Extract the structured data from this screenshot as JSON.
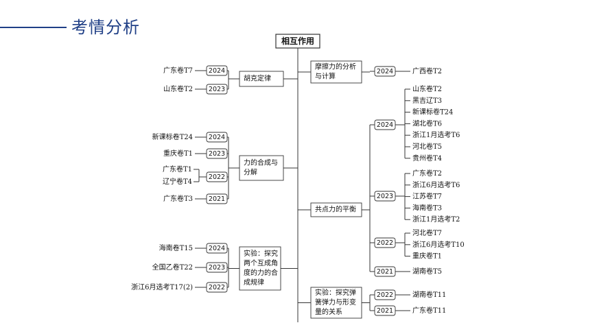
{
  "header": {
    "title": "考情分析"
  },
  "root": {
    "label": "相互作用"
  },
  "left_topics": [
    {
      "label": "胡克定律",
      "years": [
        {
          "year": "2024",
          "items": [
            "广东卷T7"
          ]
        },
        {
          "year": "2023",
          "items": [
            "山东卷T2"
          ]
        }
      ]
    },
    {
      "label_lines": [
        "力的合成与",
        "分解"
      ],
      "years": [
        {
          "year": "2024",
          "items": [
            "新课标卷T24"
          ]
        },
        {
          "year": "2023",
          "items": [
            "重庆卷T1"
          ]
        },
        {
          "year": "2022",
          "items": [
            "广东卷T1",
            "辽宁卷T4"
          ]
        },
        {
          "year": "2021",
          "items": [
            "广东卷T3"
          ]
        }
      ]
    },
    {
      "label_lines": [
        "实验：探究",
        "两个互成角",
        "度的力的合",
        "成规律"
      ],
      "years": [
        {
          "year": "2024",
          "items": [
            "海南卷T15"
          ]
        },
        {
          "year": "2023",
          "items": [
            "全国乙卷T22"
          ]
        },
        {
          "year": "2022",
          "items": [
            "浙江6月选考T17(2)"
          ]
        }
      ]
    }
  ],
  "right_topics": [
    {
      "label_lines": [
        "摩擦力的分析",
        "与计算"
      ],
      "years": [
        {
          "year": "2024",
          "items": [
            "广西卷T2"
          ]
        }
      ]
    },
    {
      "label": "共点力的平衡",
      "years": [
        {
          "year": "2024",
          "items": [
            "山东卷T2",
            "黑吉辽T3",
            "新课标卷T24",
            "湖北卷T6",
            "浙江1月选考T6",
            "河北卷T5",
            "贵州卷T4"
          ]
        },
        {
          "year": "2023",
          "items": [
            "广东卷T2",
            "浙江6月选考T6",
            "江苏卷T7",
            "海南卷T3",
            "浙江1月选考T2"
          ]
        },
        {
          "year": "2022",
          "items": [
            "河北卷T7",
            "浙江6月选考T10",
            "重庆卷T1"
          ]
        },
        {
          "year": "2021",
          "items": [
            "湖南卷T5"
          ]
        }
      ]
    },
    {
      "label_lines": [
        "实验：探究弹",
        "簧弹力与形变",
        "量的关系"
      ],
      "years": [
        {
          "year": "2022",
          "items": [
            "湖南卷T11"
          ]
        },
        {
          "year": "2021",
          "items": [
            "广东卷T11"
          ]
        }
      ]
    }
  ]
}
